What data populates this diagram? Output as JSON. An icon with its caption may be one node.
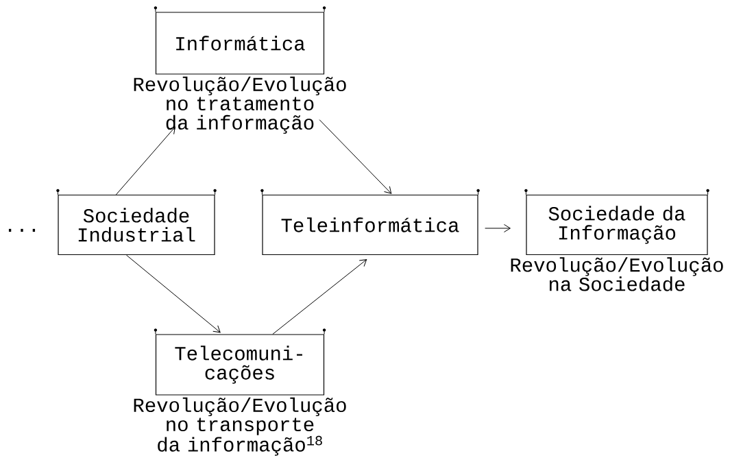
{
  "diagram": {
    "nodes": [
      {
        "text": [
          "Informática"
        ],
        "beside": [
          "Revolução/Evolução no tratamento da informação"
        ]
      },
      {
        "text": [
          "Sociedade Industrial"
        ]
      },
      {
        "text": [
          "Teleinformática"
        ]
      },
      {
        "text": [
          "Sociedade da Informação"
        ],
        "beside": [
          "Revolução/Evolução na Sociedade"
        ]
      },
      {
        "text": [
          "Telecomuni- cações"
        ],
        "beside": [
          "Revolução/Evolução no transporte da informação$^{18}$"
        ]
      }
    ],
    "edges": [
      {
        "from": 1,
        "to": 0,
        "arrow": "to"
      },
      {
        "from": 0,
        "to": 2,
        "arrow": "to"
      },
      {
        "from": 1,
        "to": 4,
        "arrow": "to"
      },
      {
        "from": 4,
        "to": 2,
        "arrow": "to"
      },
      {
        "from": 2,
        "to": 3,
        "arrow": "to"
      }
    ],
    "labels": [
      "..."
    ]
  }
}
